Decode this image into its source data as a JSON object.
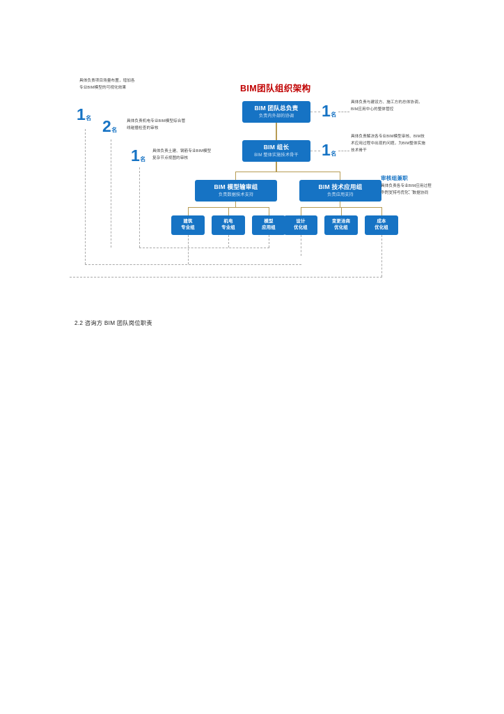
{
  "document": {
    "caption": "2.2 咨询方 BIM 团队岗位职责"
  },
  "chart_data": {
    "type": "diagram",
    "title": "BIM团队组织架构",
    "title_color": "#c00000",
    "node_color": "#1673c4",
    "connector_color": "#b79b52",
    "nodes": [
      {
        "id": "lead",
        "title": "BIM 团队总负责",
        "subtitle": "负责内外部的协调",
        "level": 1
      },
      {
        "id": "chief",
        "title": "BIM 组长",
        "subtitle": "BIM 整体实施技术骨干",
        "level": 2
      },
      {
        "id": "grp1",
        "title": "BIM 模型输审组",
        "subtitle": "负责数据技术支持",
        "level": 3
      },
      {
        "id": "grp2",
        "title": "BIM 技术应用组",
        "subtitle": "负责应用支持",
        "level": 3
      },
      {
        "id": "leaf1",
        "title": "建筑\n专业组",
        "subtitle": "",
        "level": 4
      },
      {
        "id": "leaf2",
        "title": "机电\n专业组",
        "subtitle": "",
        "level": 4
      },
      {
        "id": "leaf3",
        "title": "模型\n应用组",
        "subtitle": "",
        "level": 4
      },
      {
        "id": "leaf4",
        "title": "设计\n优化组",
        "subtitle": "",
        "level": 4
      },
      {
        "id": "leaf5",
        "title": "变更洽商\n优化组",
        "subtitle": "",
        "level": 4
      },
      {
        "id": "leaf6",
        "title": "成本\n优化组",
        "subtitle": "",
        "level": 4
      }
    ],
    "edges": [
      {
        "from": "lead",
        "to": "chief"
      },
      {
        "from": "chief",
        "to": "grp1"
      },
      {
        "from": "chief",
        "to": "grp2"
      },
      {
        "from": "grp1",
        "to": "leaf1"
      },
      {
        "from": "grp1",
        "to": "leaf2"
      },
      {
        "from": "grp1",
        "to": "leaf3"
      },
      {
        "from": "grp2",
        "to": "leaf4"
      },
      {
        "from": "grp2",
        "to": "leaf5"
      },
      {
        "from": "grp2",
        "to": "leaf6"
      }
    ]
  },
  "leaves": {
    "l1_line1": "建筑",
    "l1_line2": "专业组",
    "l2_line1": "机电",
    "l2_line2": "专业组",
    "l3_line1": "模型",
    "l3_line2": "应用组",
    "r1_line1": "设计",
    "r1_line2": "优化组",
    "r2_line1": "变更洽商",
    "r2_line2": "优化组",
    "r3_line1": "成本",
    "r3_line2": "优化组"
  },
  "nodes": {
    "lead_title": "BIM 团队总负责",
    "lead_sub": "负责内外部的协调",
    "chief_title": "BIM 组长",
    "chief_sub": "BIM 整体实施技术骨干",
    "grp1_title": "BIM 模型输审组",
    "grp1_sub": "负责数据技术支持",
    "grp2_title": "BIM 技术应用组",
    "grp2_sub": "负责应用支持"
  },
  "counts": {
    "left_top": {
      "num": "1",
      "unit": "名"
    },
    "left_mid": {
      "num": "2",
      "unit": "名"
    },
    "left_low": {
      "num": "1",
      "unit": "名"
    },
    "right_top": {
      "num": "1",
      "unit": "名"
    },
    "right_mid": {
      "num": "1",
      "unit": "名"
    }
  },
  "annotations": {
    "top_left": {
      "line1": "具体负责项目场量布置，增加各",
      "line2": "专业BIM模型的可视化效果"
    },
    "mid_left": {
      "line1": "具体负责机电专业BIM模型综合管",
      "line2": "线碰撞检查的审核"
    },
    "low_left": {
      "line1": "具体负责土建、钢筋专业BIM模型",
      "line2": "复杂节点视图的审核"
    },
    "top_right": {
      "line1": "具体负责与建设方、施工方的总体协调，",
      "line2": "BIM应用中心的整体管控"
    },
    "mid_right": {
      "line1": "具体负责解决各专业BIM模型审核、BIM技",
      "line2": "术应用过程中出现的问题，为BIM整体实施",
      "line3": "技术骨干"
    },
    "low_right": {
      "head": "审核组兼职",
      "line1": "具体负责各专业BIM应用过程",
      "line2": "中的支持与优化、数据协同"
    }
  }
}
